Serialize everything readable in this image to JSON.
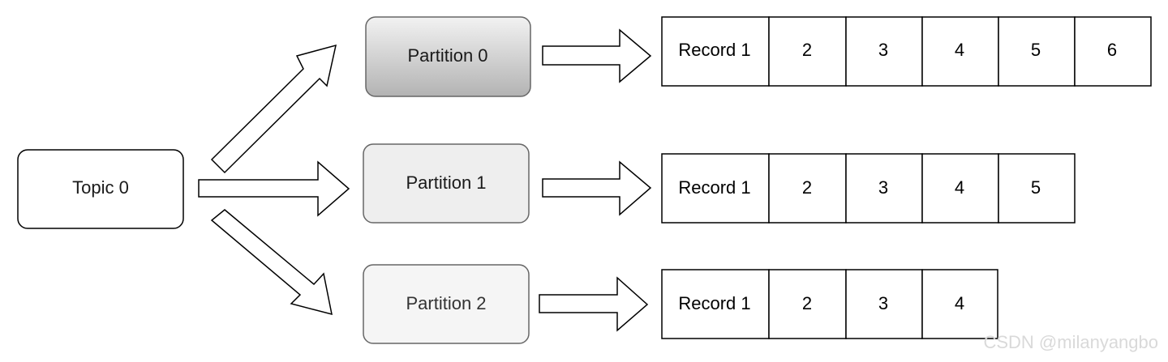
{
  "topic": {
    "label": "Topic 0"
  },
  "partitions": [
    {
      "label": "Partition 0",
      "records": [
        "Record 1",
        "2",
        "3",
        "4",
        "5",
        "6"
      ]
    },
    {
      "label": "Partition 1",
      "records": [
        "Record 1",
        "2",
        "3",
        "4",
        "5"
      ]
    },
    {
      "label": "Partition 2",
      "records": [
        "Record 1",
        "2",
        "3",
        "4"
      ]
    }
  ],
  "watermark": "CSDN @milanyangbo",
  "colors": {
    "stroke": "#000000",
    "partition_stroke": "#666666",
    "partition0_fill_top": "#f2f2f2",
    "partition0_fill_bottom": "#b3b3b3",
    "partition1_fill": "#eeeeee",
    "partition2_fill": "#f5f5f5",
    "partition2_text": "#333333",
    "watermark": "#d9d9d9"
  }
}
